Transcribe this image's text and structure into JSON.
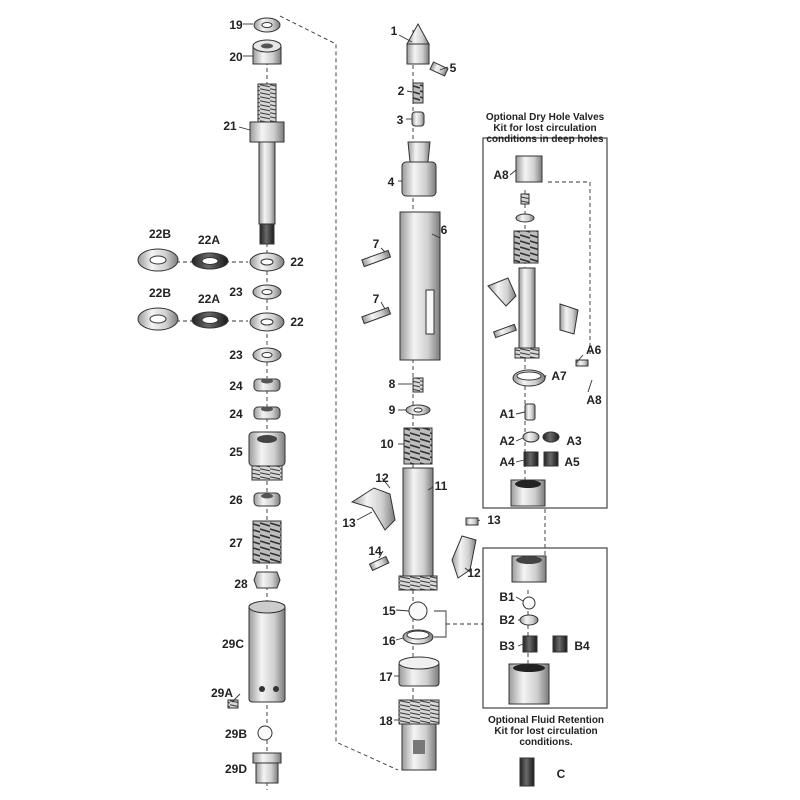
{
  "kit_captions": {
    "dry_hole": [
      "Optional Dry Hole Valves",
      "Kit for lost circulation",
      "conditions in deep holes"
    ],
    "fluid_retention": [
      "Optional Fluid Retention",
      "Kit for lost circulation",
      "conditions."
    ]
  },
  "labels": {
    "p1": "1",
    "p2": "2",
    "p3": "3",
    "p4": "4",
    "p5": "5",
    "p6": "6",
    "p7a": "7",
    "p7b": "7",
    "p8": "8",
    "p9": "9",
    "p10": "10",
    "p11": "11",
    "p12a": "12",
    "p12b": "12",
    "p13a": "13",
    "p13b": "13",
    "p14": "14",
    "p15": "15",
    "p16": "16",
    "p17": "17",
    "p18": "18",
    "p19": "19",
    "p20": "20",
    "p21": "21",
    "p22a": "22",
    "p22b": "22",
    "p22A1": "22A",
    "p22A2": "22A",
    "p22B1": "22B",
    "p22B2": "22B",
    "p23a": "23",
    "p23b": "23",
    "p24a": "24",
    "p24b": "24",
    "p25": "25",
    "p26": "26",
    "p27": "27",
    "p28": "28",
    "p29C": "29C",
    "p29A": "29A",
    "p29B": "29B",
    "p29D": "29D",
    "A1": "A1",
    "A2": "A2",
    "A3": "A3",
    "A4": "A4",
    "A5": "A5",
    "A6": "A6",
    "A7": "A7",
    "A8a": "A8",
    "A8b": "A8",
    "B1": "B1",
    "B2": "B2",
    "B3": "B3",
    "B4": "B4",
    "C": "C"
  }
}
